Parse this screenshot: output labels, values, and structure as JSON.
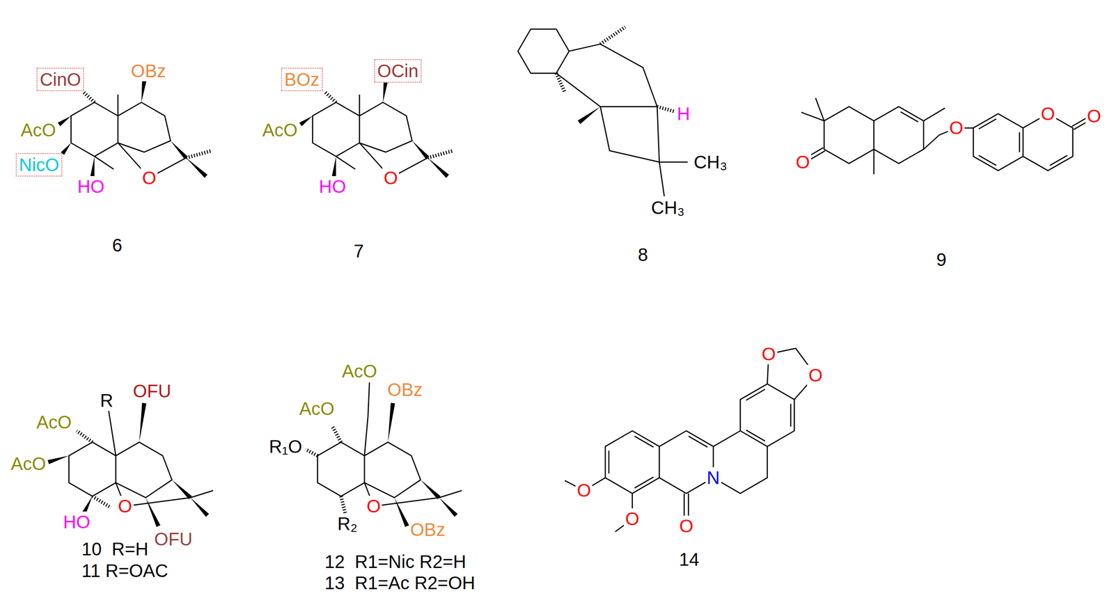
{
  "diagram": {
    "nodes": [
      {
        "text": [
          "CinO"
        ]
      },
      {
        "text": [
          "NicO"
        ]
      },
      {
        "text": [
          "BOz"
        ]
      },
      {
        "text": [
          "OCin"
        ]
      }
    ],
    "labels": [
      "OBz",
      "AcO",
      "HO",
      "O",
      "6",
      "AcO",
      "HO",
      "O",
      "7",
      "H",
      "CH₃",
      "CH₃",
      "8",
      "O",
      "O",
      "O",
      "O",
      "9",
      "R",
      "OFU",
      "AcO",
      "AcO",
      "HO",
      "O",
      "OFU",
      "10  R=H",
      "11 R=OAC",
      "AcO",
      "OBz",
      "AcO",
      "R₁O",
      "R₂",
      "O",
      "OBz",
      "12  R1=Nic R2=H",
      "13  R1=Ac R2=OH",
      "O",
      "O",
      "O",
      "O",
      "N",
      "O",
      "14"
    ]
  }
}
